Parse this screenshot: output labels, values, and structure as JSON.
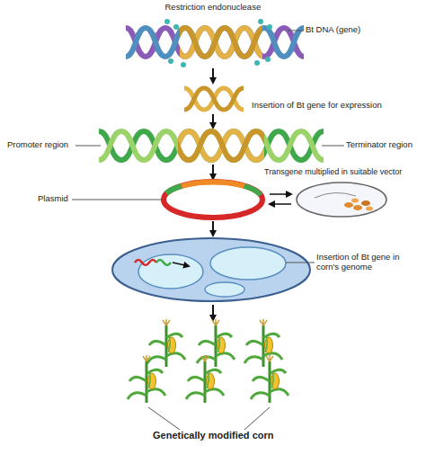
{
  "diagram": {
    "labels": [
      "Restriction endonuclease",
      "Bt DNA (gene)",
      "Insertion of Bt gene for expression",
      "Promoter region",
      "Terminator region",
      "Plasmid",
      "Transgene multiplied in suitable vector",
      "Insertion of Bt gene in corn's genome",
      "Genetically modified corn"
    ]
  }
}
